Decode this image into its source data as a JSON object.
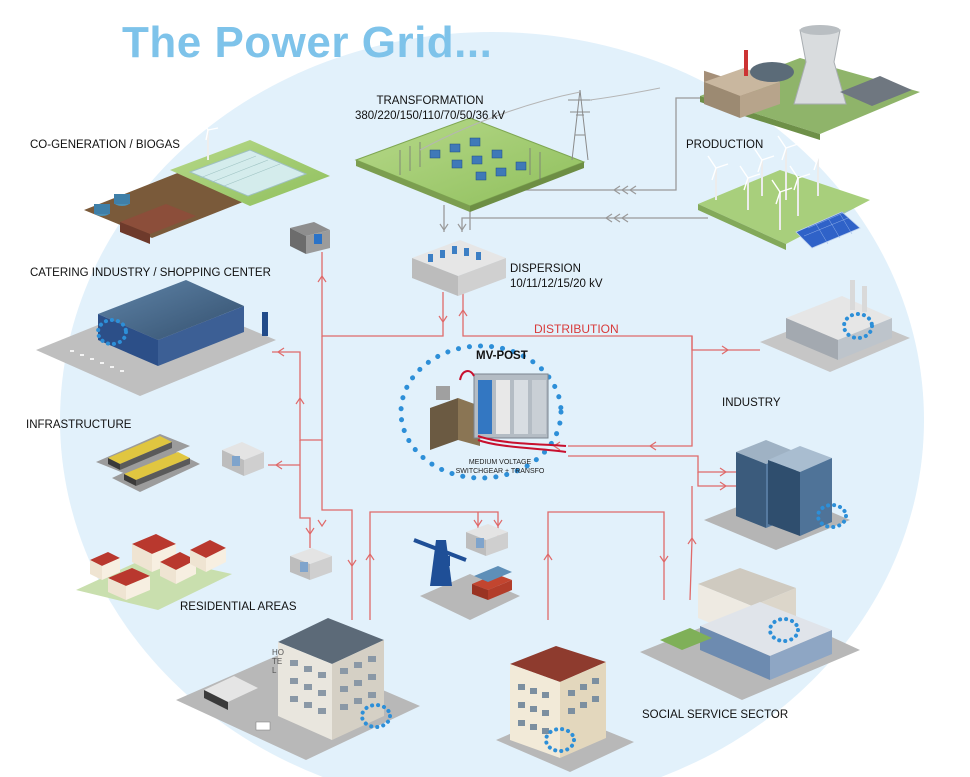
{
  "title": "The Power Grid...",
  "labels": {
    "transformation": "TRANSFORMATION",
    "transformation_kv": "380/220/150/110/70/50/36 kV",
    "production": "PRODUCTION",
    "cogeneration": "CO-GENERATION / BIOGAS",
    "catering": "CATERING INDUSTRY / SHOPPING CENTER",
    "dispersion": "DISPERSION",
    "dispersion_kv": "10/11/12/15/20 kV",
    "distribution": "DISTRIBUTION",
    "industry": "INDUSTRY",
    "infrastructure": "INFRASTRUCTURE",
    "residential": "RESIDENTIAL AREAS",
    "social": "SOCIAL SERVICE SECTOR",
    "mv_post": "MV-POST",
    "mv_sub_1": "MEDIUM VOLTAGE",
    "mv_sub_2": "SWITCHGEAR + TRANSFO",
    "hotel_sign": "HOTEL"
  },
  "colors": {
    "background_disc": "#e2f1fb",
    "title": "#7ec3ea",
    "distribution_line": "#e06a6a",
    "feed_line": "#9a9a9a",
    "dot_ring": "#2d8fd8"
  }
}
